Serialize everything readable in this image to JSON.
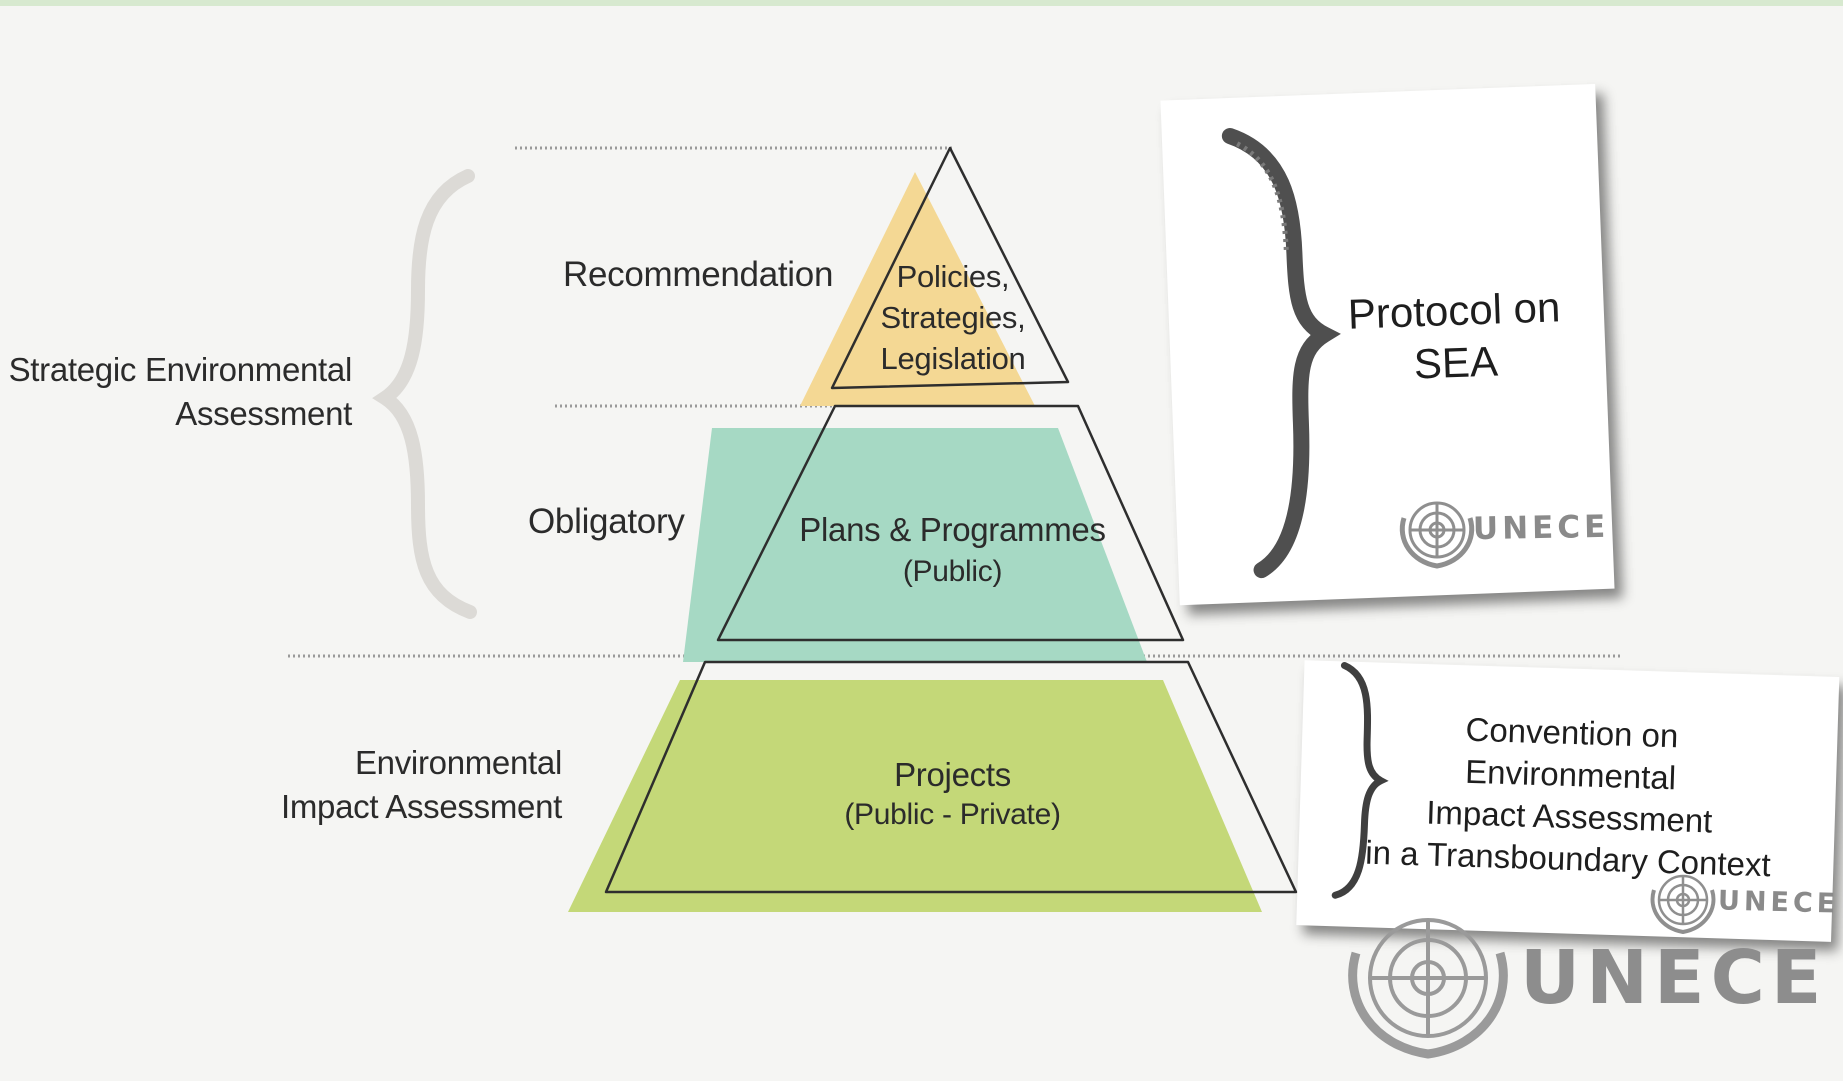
{
  "pyramid": {
    "top_label": "Policies,\nStrategies,\nLegislation",
    "middle_title": "Plans & Programmes",
    "middle_sub": "(Public)",
    "bottom_title": "Projects",
    "bottom_sub": "(Public - Private)",
    "colors": {
      "top": "#f4d894",
      "middle": "#a6d9c4",
      "bottom": "#c4d878"
    }
  },
  "levels": {
    "recommendation": "Recommendation",
    "obligatory": "Obligatory"
  },
  "assessments": {
    "sea": "Strategic Environmental\nAssessment",
    "eia": "Environmental\nImpact Assessment"
  },
  "cards": {
    "sea_protocol": "Protocol on\nSEA",
    "eia_convention": "Convention on Environmental\nImpact Assessment\nin a Transboundary Context"
  },
  "logo": {
    "name": "UNECE"
  }
}
